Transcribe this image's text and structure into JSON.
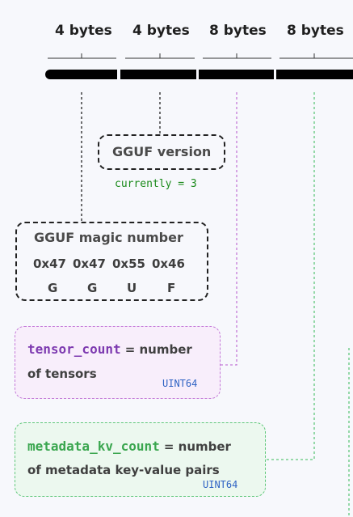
{
  "byte_sizes": [
    "4 bytes",
    "4 bytes",
    "8 bytes",
    "8 bytes"
  ],
  "version_box": {
    "title": "GGUF version",
    "note": "currently = 3"
  },
  "magic_box": {
    "title": "GGUF magic number",
    "hex_values": [
      "0x47",
      "0x47",
      "0x55",
      "0x46"
    ],
    "letters": [
      "G",
      "G",
      "U",
      "F"
    ]
  },
  "tensor_box": {
    "field": "tensor_count",
    "desc_line1": "= number",
    "desc_line2": "of tensors",
    "type": "UINT64"
  },
  "meta_box": {
    "field": "metadata_kv_count",
    "desc_line1": "= number",
    "desc_line2": "of metadata key-value pairs",
    "type": "UINT64"
  },
  "colors": {
    "bar": "#000000",
    "purple": "#c47ad8",
    "green": "#5fc77a",
    "type_blue": "#2f63c4"
  }
}
